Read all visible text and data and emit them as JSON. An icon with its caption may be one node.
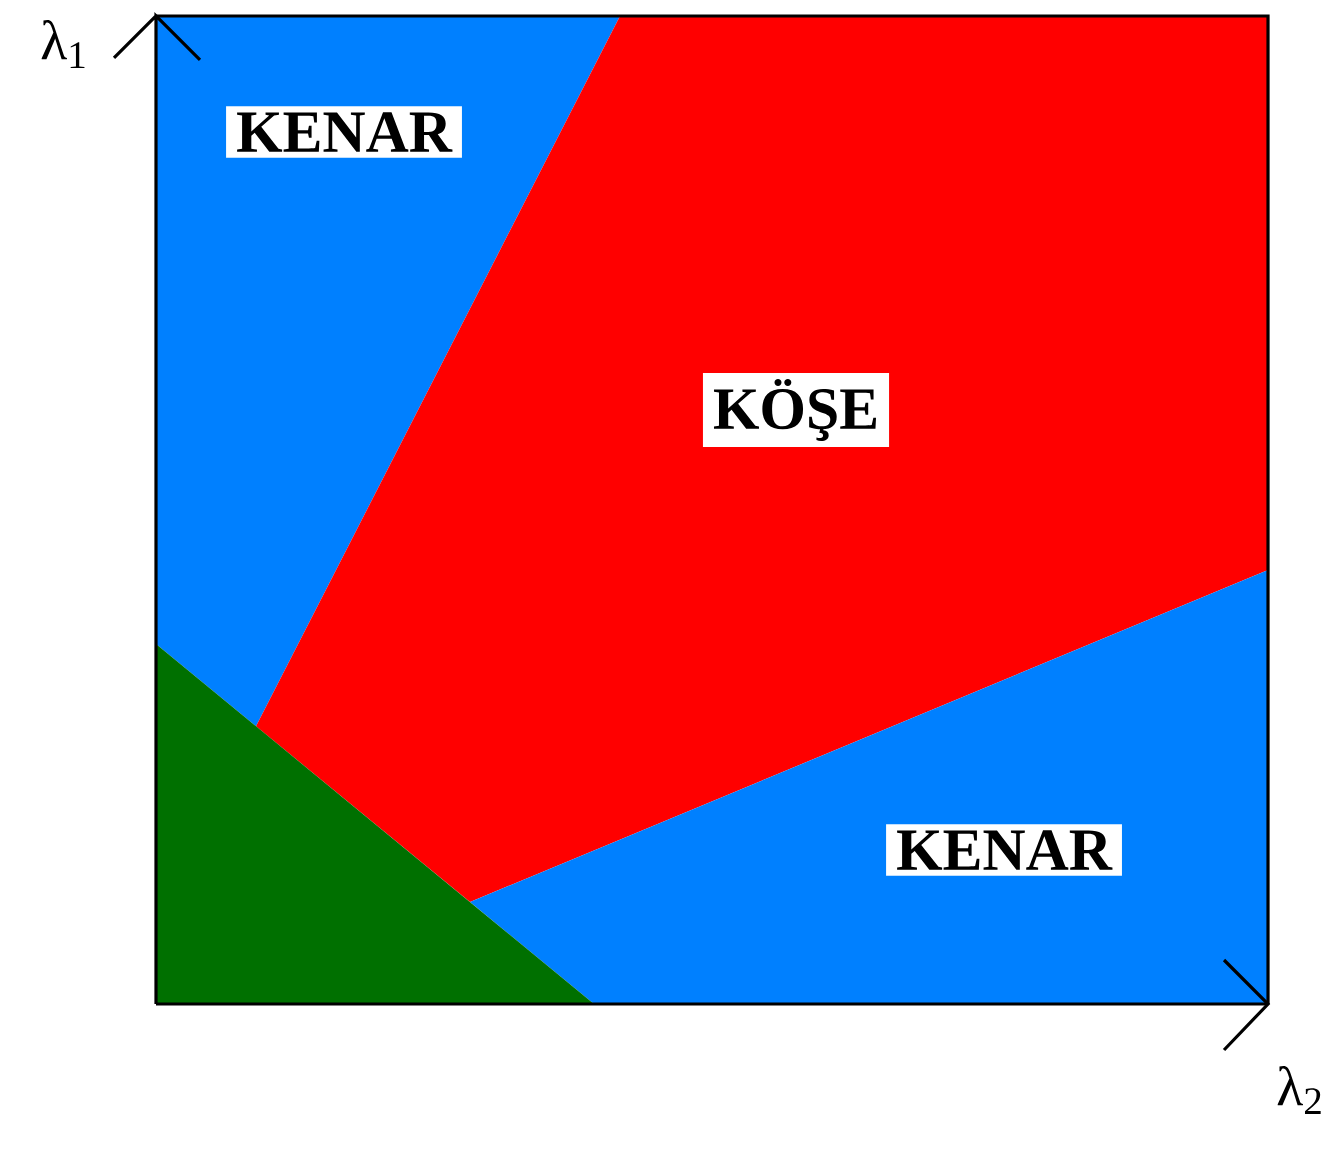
{
  "diagram": {
    "nodes": [
      {
        "text": [
          "KENAR"
        ]
      },
      {
        "text": [
          "KÖŞE"
        ]
      },
      {
        "text": [
          "KENAR"
        ]
      },
      {
        "text": [],
        "shape": "triangle"
      }
    ],
    "labels": [
      "λ$_{1}$",
      "λ$_{2}$"
    ]
  }
}
